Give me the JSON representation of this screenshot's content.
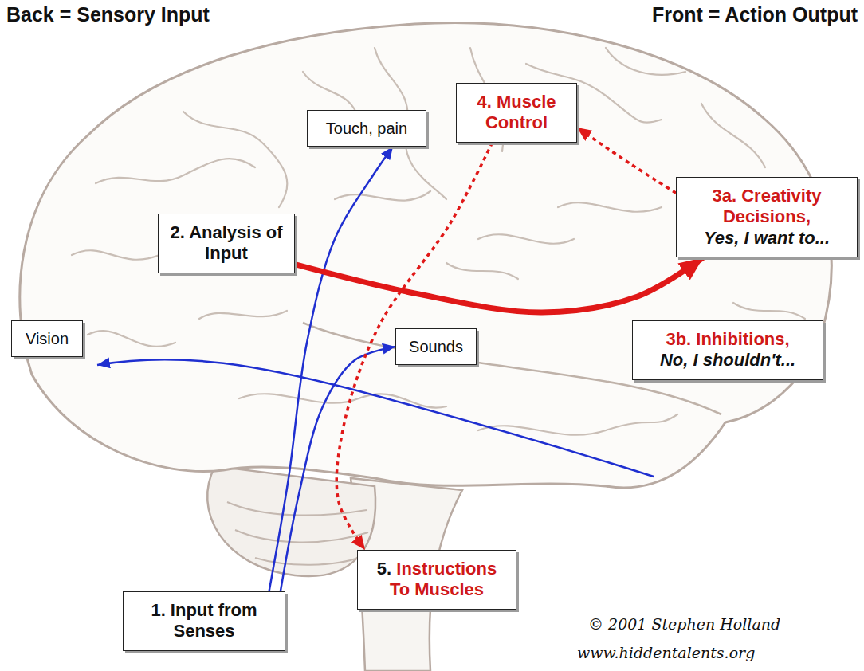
{
  "diagram": {
    "nodes": [
      {
        "text": [
          "Touch, pain"
        ]
      },
      {
        "text": [
          "4. Muscle Control"
        ]
      },
      {
        "text": [
          "2. Analysis of Input"
        ]
      },
      {
        "text": [
          "3a. Creativity Decisions,",
          "Yes, I want to..."
        ]
      },
      {
        "text": [
          "Vision"
        ]
      },
      {
        "text": [
          "Sounds"
        ]
      },
      {
        "text": [
          "3b. Inhibitions,",
          "No, I shouldn't..."
        ]
      },
      {
        "text": [
          "1. Input from Senses"
        ]
      },
      {
        "text": [
          "5.",
          "Instructions To Muscles"
        ]
      }
    ],
    "edges": [
      {
        "from": 7,
        "to": 0,
        "arrow": "to"
      },
      {
        "from": 7,
        "to": 5,
        "arrow": "to"
      },
      {
        "from": 2,
        "to": 3,
        "arrow": "to"
      },
      {
        "from": 3,
        "to": 1,
        "arrow": "to"
      },
      {
        "from": 1,
        "to": 8,
        "arrow": "to"
      }
    ],
    "labels": [
      "Back = Sensory Input",
      "Front = Action Output",
      "© 2001 Stephen Holland",
      "www.hiddentalents.org"
    ]
  }
}
